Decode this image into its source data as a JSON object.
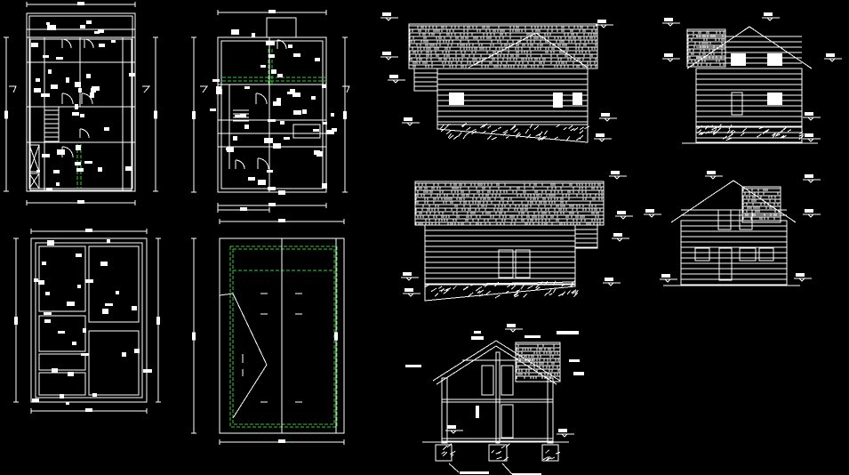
{
  "colors": {
    "background": "#000000",
    "linework": "#ffffff",
    "hidden_beam": "#33cc33"
  },
  "drawings": [
    {
      "id": "ground-floor-plan"
    },
    {
      "id": "upper-floor-plan"
    },
    {
      "id": "foundation-plan"
    },
    {
      "id": "roof-plan"
    },
    {
      "id": "elevation-side-left"
    },
    {
      "id": "elevation-gable-right"
    },
    {
      "id": "elevation-side-right"
    },
    {
      "id": "elevation-front"
    },
    {
      "id": "cross-section"
    }
  ]
}
